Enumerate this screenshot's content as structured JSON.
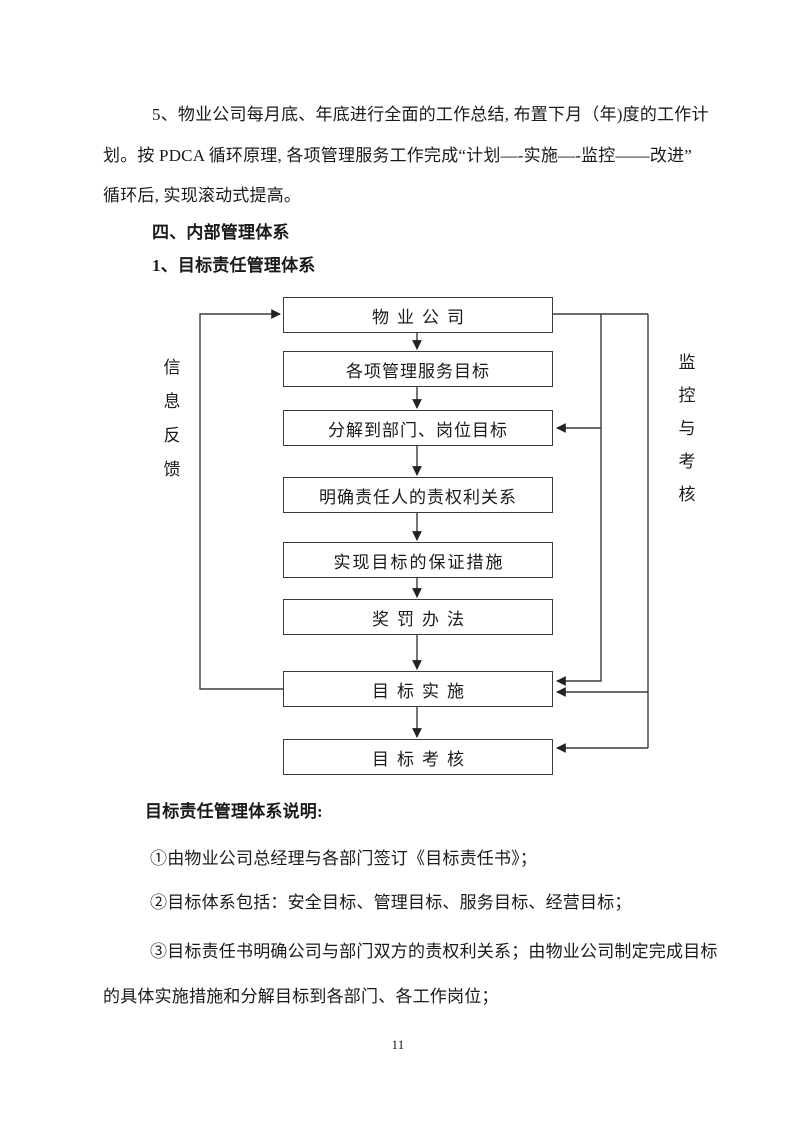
{
  "document": {
    "body_text": {
      "para5_line1": "5、物业公司每月底、年底进行全面的工作总结, 布置下月（年)度的工作计",
      "para5_line2": "划。按 PDCA 循环原理, 各项管理服务工作完成“计划—-实施—-监控——改进”",
      "para5_line3": "循环后, 实现滚动式提高。",
      "section_heading": "四、内部管理体系",
      "sub_heading": "1、目标责任管理体系"
    },
    "flowchart": {
      "boxes": [
        "物业公司",
        "各项管理服务目标",
        "分解到部门、岗位目标",
        "明确责任人的责权利关系",
        "实现目标的保证措施",
        "奖罚办法",
        "目标实施",
        "目标考核"
      ],
      "left_vertical_label": "信息反馈",
      "right_vertical_label": "监控与考核"
    },
    "notes": {
      "title": "目标责任管理体系说明:",
      "item1": "①由物业公司总经理与各部门签订《目标责任书》；",
      "item2": "②目标体系包括：安全目标、管理目标、服务目标、经营目标；",
      "item3_line1": "③目标责任书明确公司与部门双方的责权利关系；由物业公司制定完成目标",
      "item3_line2": "的具体实施措施和分解目标到各部门、各工作岗位；"
    },
    "page_number": "11",
    "colors": {
      "line": "#3c3c3c",
      "text": "#1a1a1a",
      "background": "#ffffff"
    }
  }
}
